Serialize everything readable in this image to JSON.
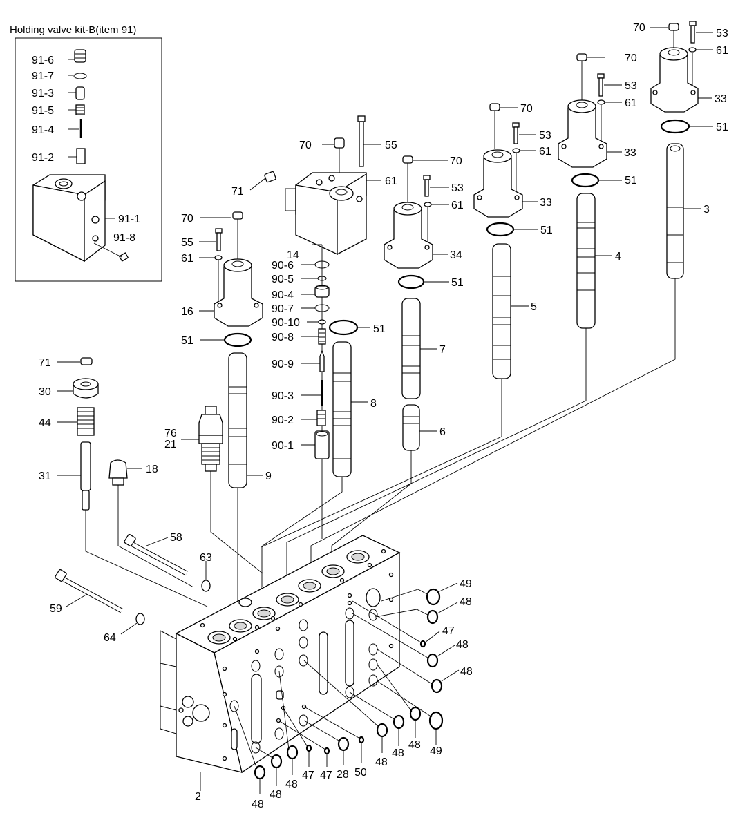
{
  "kit_box": {
    "title": "Holding valve kit-B(item 91)"
  },
  "labels": {
    "p91_6": "91-6",
    "p91_7": "91-7",
    "p91_3": "91-3",
    "p91_5": "91-5",
    "p91_4": "91-4",
    "p91_2": "91-2",
    "p91_1": "91-1",
    "p91_8": "91-8",
    "p90_6": "90-6",
    "p90_5": "90-5",
    "p90_4": "90-4",
    "p90_7": "90-7",
    "p90_10": "90-10",
    "p90_8": "90-8",
    "p90_9": "90-9",
    "p90_3": "90-3",
    "p90_2": "90-2",
    "p90_1": "90-1",
    "p70": "70",
    "p55": "55",
    "p53": "53",
    "p61": "61",
    "p33": "33",
    "p51": "51",
    "p71": "71",
    "p14": "14",
    "p16": "16",
    "p34": "34",
    "p3": "3",
    "p4": "4",
    "p5": "5",
    "p6": "6",
    "p7": "7",
    "p8": "8",
    "p9": "9",
    "p30": "30",
    "p44": "44",
    "p31": "31",
    "p76": "76",
    "p21": "21",
    "p18": "18",
    "p58": "58",
    "p59": "59",
    "p63": "63",
    "p64": "64",
    "p2": "2",
    "p47": "47",
    "p48": "48",
    "p49": "49",
    "p28": "28",
    "p50": "50"
  }
}
